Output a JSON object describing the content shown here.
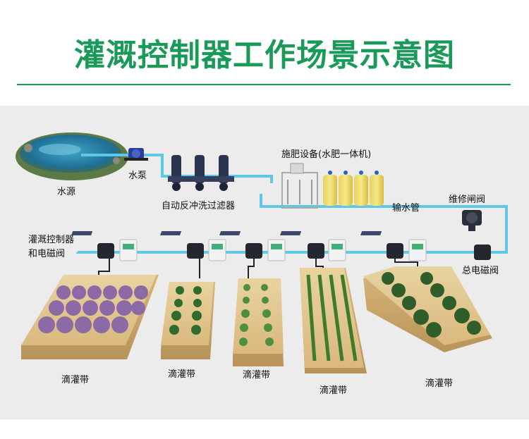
{
  "title": "灌溉控制器工作场景示意图",
  "labels": {
    "water_source": "水源",
    "pump": "水泵",
    "filter": "自动反冲洗过滤器",
    "fertilizer": "施肥设备(水肥一体机)",
    "pipe": "输水管",
    "maintenance_valve": "维修闸阀",
    "controller_line1": "灌溉控制器",
    "controller_line2": "和电磁阀",
    "main_valve": "总电磁阀",
    "drip_tapes": [
      "滴灌带",
      "滴灌带",
      "滴灌带",
      "滴灌带",
      "滴灌带"
    ]
  },
  "colors": {
    "title": "#1a9a58",
    "pipe": "#5ec8e6",
    "background": "#ececec"
  }
}
